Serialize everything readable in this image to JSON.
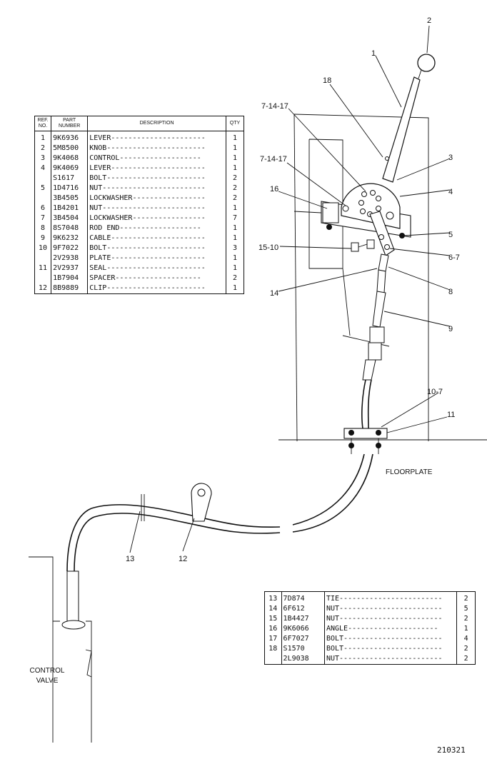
{
  "table_top": {
    "headers": {
      "ref": "REF. NO.",
      "part": "PART NUMBER",
      "description": "DESCRIPTION",
      "qty": "QTY"
    },
    "rows": [
      {
        "ref": "1",
        "part": "9K6936",
        "description": "LEVER----------------------",
        "qty": "1"
      },
      {
        "ref": "2",
        "part": "5M8500",
        "description": "KNOB-----------------------",
        "qty": "1"
      },
      {
        "ref": "3",
        "part": "9K4068",
        "description": "CONTROL-------------------",
        "qty": "1"
      },
      {
        "ref": "4",
        "part": "9K4069",
        "description": "LEVER----------------------",
        "qty": "1"
      },
      {
        "ref": "",
        "part": "S1617",
        "description": "BOLT-----------------------",
        "qty": "2"
      },
      {
        "ref": "5",
        "part": "1D4716",
        "description": "NUT------------------------",
        "qty": "2"
      },
      {
        "ref": "",
        "part": "3B4505",
        "description": "LOCKWASHER-----------------",
        "qty": "2"
      },
      {
        "ref": "6",
        "part": "1B4201",
        "description": "NUT------------------------",
        "qty": "1"
      },
      {
        "ref": "7",
        "part": "3B4504",
        "description": "LOCKWASHER-----------------",
        "qty": "7"
      },
      {
        "ref": "8",
        "part": "8S7048",
        "description": "ROD END-------------------",
        "qty": "1"
      },
      {
        "ref": "9",
        "part": "9K6232",
        "description": "CABLE----------------------",
        "qty": "1"
      },
      {
        "ref": "10",
        "part": "9F7022",
        "description": "BOLT-----------------------",
        "qty": "3"
      },
      {
        "ref": "",
        "part": "2V2938",
        "description": "PLATE----------------------",
        "qty": "1"
      },
      {
        "ref": "11",
        "part": "2V2937",
        "description": "SEAL-----------------------",
        "qty": "1"
      },
      {
        "ref": "",
        "part": "1B7904",
        "description": "SPACER--------------------",
        "qty": "2"
      },
      {
        "ref": "12",
        "part": "8B9889",
        "description": "CLIP-----------------------",
        "qty": "1"
      }
    ]
  },
  "table_bottom": {
    "rows": [
      {
        "ref": "13",
        "part": "7D874",
        "description": "TIE------------------------",
        "qty": "2"
      },
      {
        "ref": "14",
        "part": "6F612",
        "description": "NUT------------------------",
        "qty": "5"
      },
      {
        "ref": "15",
        "part": "1B4427",
        "description": "NUT------------------------",
        "qty": "2"
      },
      {
        "ref": "16",
        "part": "9K6066",
        "description": "ANGLE---------------------",
        "qty": "1"
      },
      {
        "ref": "17",
        "part": "6F7027",
        "description": "BOLT-----------------------",
        "qty": "4"
      },
      {
        "ref": "18",
        "part": "S1570",
        "description": "BOLT-----------------------",
        "qty": "2"
      },
      {
        "ref": "",
        "part": "2L9038",
        "description": "NUT------------------------",
        "qty": "2"
      }
    ]
  },
  "callouts": {
    "c1": "1",
    "c2": "2",
    "c3": "3",
    "c4": "4",
    "c5": "5",
    "c6_7": "6-7",
    "c7_14_17_a": "7-14-17",
    "c7_14_17_b": "7-14-17",
    "c8": "8",
    "c9": "9",
    "c10_7": "10-7",
    "c11": "11",
    "c12": "12",
    "c13": "13",
    "c14": "14",
    "c15_10": "15-10",
    "c16": "16",
    "c18": "18"
  },
  "labels": {
    "floorplate": "FLOORPLATE",
    "control_valve_line1": "CONTROL",
    "control_valve_line2": "VALVE"
  },
  "figure_number": "210321"
}
